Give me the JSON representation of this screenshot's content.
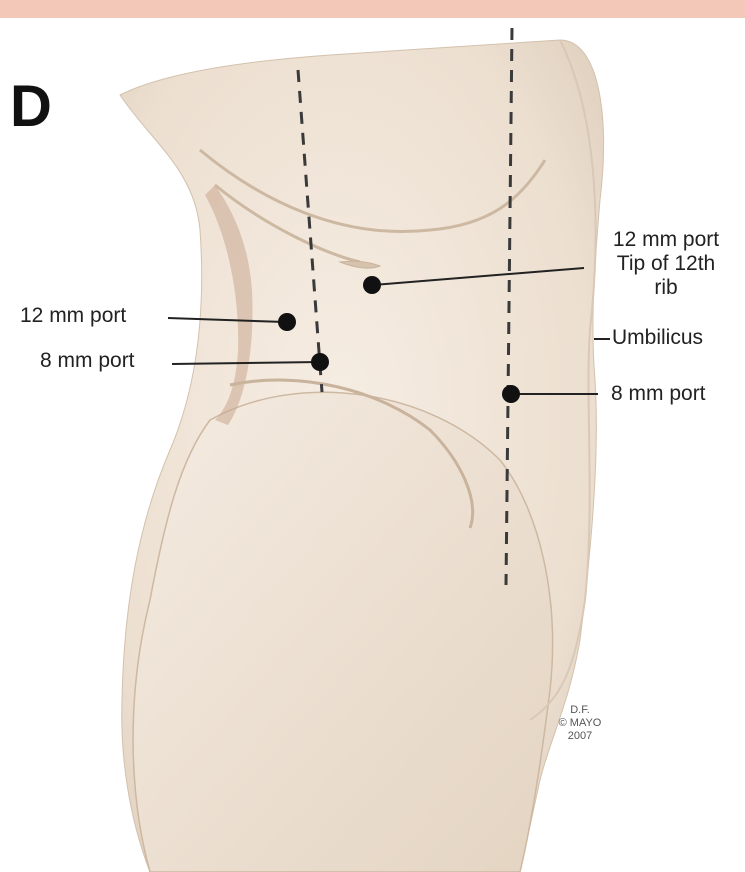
{
  "panel_letter": "D",
  "labels": {
    "left_upper_port": "12 mm port",
    "left_lower_port": "8 mm port",
    "right_upper_port_line1": "12 mm port",
    "right_upper_port_line2": "Tip of 12th",
    "right_upper_port_line3": "rib",
    "umbilicus": "Umbilicus",
    "right_lower_port": "8 mm port"
  },
  "signature": {
    "line1": "D.F.",
    "line2": "© MAYO",
    "line3": "2007"
  },
  "colors": {
    "top_band": "#f4c8b8",
    "skin": "#efe3d6",
    "skin_shadow": "#d9c8b6",
    "port_dot": "#111111",
    "leader_line": "#222222",
    "dashed_line": "#3a3a3a"
  }
}
